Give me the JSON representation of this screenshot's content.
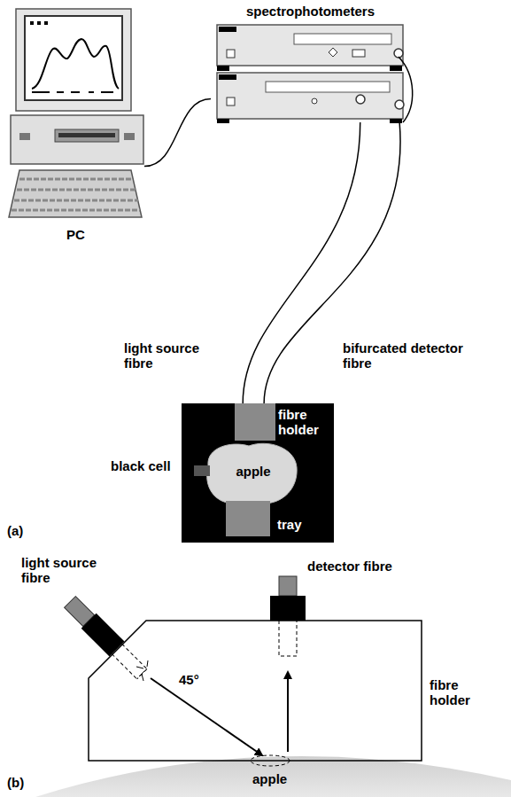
{
  "diagram": {
    "nodes": [
      {
        "text": [
          "PC"
        ]
      },
      {
        "text": [
          "spectrophotometers"
        ]
      },
      {
        "text": [
          "black cell"
        ]
      },
      {
        "text": [
          "fibre holder"
        ],
        "in": 2
      },
      {
        "text": [
          "apple"
        ],
        "in": 2
      },
      {
        "text": [
          "tray"
        ],
        "in": 2
      },
      {
        "text": [
          "fibre holder"
        ]
      }
    ],
    "edges": [
      {
        "from": 0,
        "to": 1,
        "arrow": "none"
      },
      {
        "from": 1,
        "to": 3,
        "label": "light source fibre",
        "arrow": "none"
      },
      {
        "from": 1,
        "to": 3,
        "label": "bifurcated detector fibre",
        "arrow": "none"
      }
    ],
    "labels": [
      "(a)",
      "light source fibre",
      "detector fibre",
      "45°",
      "apple",
      "(b)"
    ]
  }
}
